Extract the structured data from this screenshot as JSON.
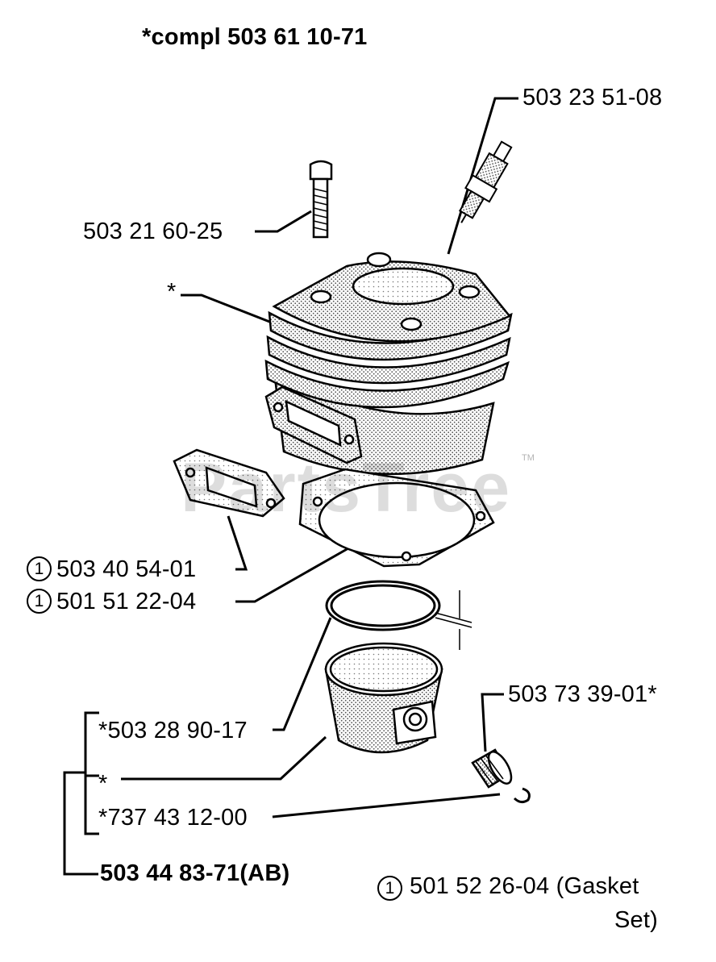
{
  "header": {
    "title": "*compl 503 61 10-71"
  },
  "watermark": {
    "text": "PartsTree",
    "trademark": "TM"
  },
  "colors": {
    "ink": "#000000",
    "paper": "#ffffff",
    "stipple": "#8a8a8a"
  },
  "parts": {
    "spark_plug": "503 23 51-08",
    "bolt": "503 21 60-25",
    "cylinder": "*",
    "muffler_gasket": {
      "marker": "1",
      "number": "503 40 54-01"
    },
    "cylinder_gasket": {
      "marker": "1",
      "number": "501 51 22-04"
    },
    "needle_bearing": "503 73 39-01*",
    "piston_ring": "*503 28 90-17",
    "piston": "*",
    "circlip": "*737 43 12-00",
    "piston_kit": "503 44 83-71(AB)",
    "gasket_set": {
      "marker": "1",
      "line1": "501 52 26-04 (Gasket",
      "line2": "Set)"
    }
  }
}
